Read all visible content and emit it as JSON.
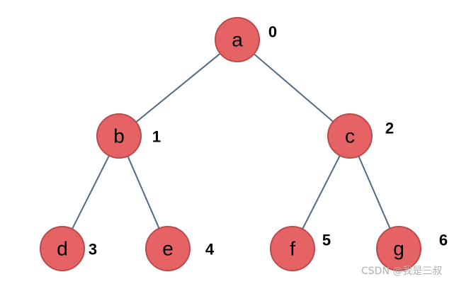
{
  "colors": {
    "node_fill": "#e56365",
    "node_stroke": "#b94a4c",
    "edge": "#536a80",
    "label": "#000000",
    "index": "#000000"
  },
  "tree": {
    "nodes": [
      {
        "id": "a",
        "label": "a",
        "index": "0"
      },
      {
        "id": "b",
        "label": "b",
        "index": "1"
      },
      {
        "id": "c",
        "label": "c",
        "index": "2"
      },
      {
        "id": "d",
        "label": "d",
        "index": "3"
      },
      {
        "id": "e",
        "label": "e",
        "index": "4"
      },
      {
        "id": "f",
        "label": "f",
        "index": "5"
      },
      {
        "id": "g",
        "label": "g",
        "index": "6"
      }
    ],
    "edges": [
      {
        "from": "a",
        "to": "b"
      },
      {
        "from": "a",
        "to": "c"
      },
      {
        "from": "b",
        "to": "d"
      },
      {
        "from": "b",
        "to": "e"
      },
      {
        "from": "c",
        "to": "f"
      },
      {
        "from": "c",
        "to": "g"
      }
    ]
  },
  "watermark": {
    "text": "CSDN @我是三叔"
  }
}
